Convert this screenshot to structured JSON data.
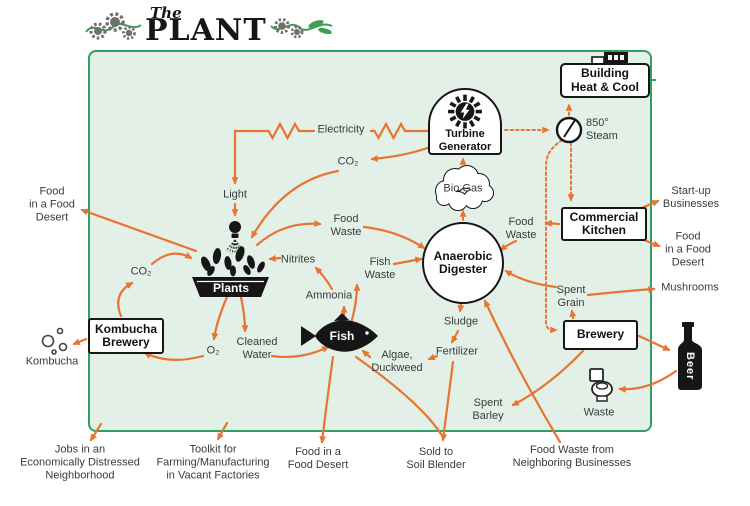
{
  "colors": {
    "arrow": "#e8742f",
    "border-green": "#2f9f63",
    "panel-fill": "#e3f0e8",
    "ink": "#3a3a3a",
    "box-black": "#161616",
    "logo-green": "#3f9e55",
    "gear-gray": "#6f6f6f"
  },
  "logo": {
    "the": "The",
    "plant": "PLANT"
  },
  "nodes": {
    "building_heat_cool": "Building\nHeat & Cool",
    "turbine_generator": "Turbine\nGenerator",
    "bio_gas": "Bio Gas",
    "anaerobic_digester": "Anaerobic\nDigester",
    "commercial_kitchen": "Commercial\nKitchen",
    "brewery": "Brewery",
    "kombucha_brewery": "Kombucha\nBrewery",
    "plants": "Plants",
    "fish": "Fish",
    "beer": "Beer",
    "waste": "Waste",
    "kombucha": "Kombucha"
  },
  "flow_labels": {
    "electricity": "Electricity",
    "co2_from_turbine": "CO₂",
    "light": "Light",
    "steam": "850°\nSteam",
    "food_waste_from_plants": "Food\nWaste",
    "food_waste_from_kitchen": "Food\nWaste",
    "nitrites": "Nitrites",
    "ammonia": "Ammonia",
    "fish_waste": "Fish\nWaste",
    "spent_grain": "Spent\nGrain",
    "sludge": "Sludge",
    "fertilizer": "Fertilizer",
    "algae_duckweed": "Algae,\nDuckweed",
    "o2": "O₂",
    "cleaned_water": "Cleaned\nWater",
    "co2_from_kombucha": "CO₂",
    "spent_barley": "Spent\nBarley"
  },
  "outputs": {
    "food_desert_left": "Food\nin a Food\nDesert",
    "startup_businesses": "Start-up\nBusinesses",
    "food_desert_right": "Food\nin a Food\nDesert",
    "mushrooms": "Mushrooms",
    "jobs": "Jobs in an\nEconomically Distressed\nNeighborhood",
    "toolkit": "Toolkit for\nFarming/Manufacturing\nin Vacant Factories",
    "food_desert_bottom": "Food in a\nFood Desert",
    "sold_to_soil_blender": "Sold to\nSoil Blender",
    "food_waste_neighboring": "Food Waste from\nNeighboring Businesses"
  }
}
